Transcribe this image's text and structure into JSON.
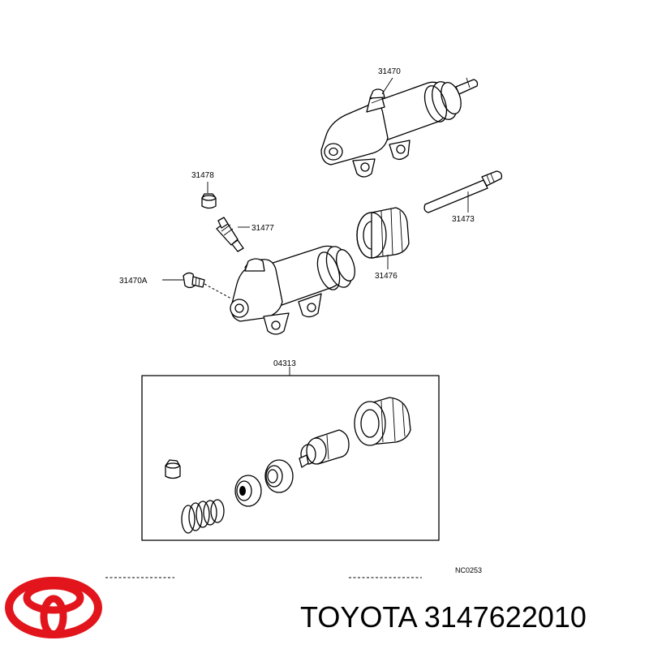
{
  "diagram": {
    "callouts": {
      "slave_cylinder_upper": "31470",
      "bleeder_cap": "31478",
      "bleeder_plug": "31477",
      "slave_cylinder_assy": "31470A",
      "push_rod": "31473",
      "cylinder_boot": "31476",
      "repair_kit": "04313"
    },
    "code": "NC0253"
  },
  "brand": {
    "logo_name": "toyota-logo",
    "caption": "TOYOTA 3147622010",
    "logo_color": "#e2141c"
  }
}
